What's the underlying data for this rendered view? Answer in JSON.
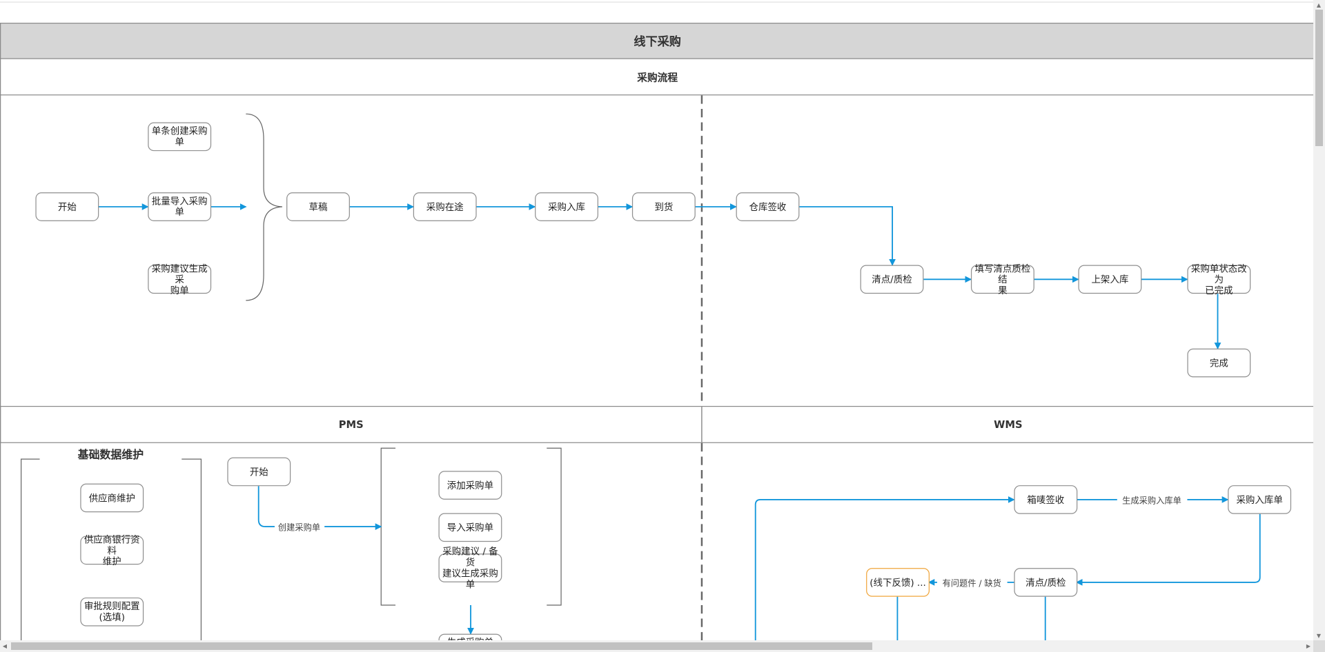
{
  "title": "线下采购",
  "process_header": "采购流程",
  "lanes": {
    "pms": "PMS",
    "wms": "WMS"
  },
  "process": {
    "start": "开始",
    "single_create": "单条创建采购单",
    "batch_import": "批量导入采购单",
    "suggestion_create": "采购建议生成采\n购单",
    "draft": "草稿",
    "in_transit": "采购在途",
    "inbound": "采购入库",
    "arrival": "到货",
    "warehouse_sign": "仓库签收",
    "check_qc": "清点/质检",
    "fill_result": "填写清点质检结\n果",
    "shelf": "上架入库",
    "status_done": "采购单状态改为\n已完成",
    "finish": "完成"
  },
  "pms": {
    "group_title": "基础数据维护",
    "supplier": "供应商维护",
    "supplier_bank": "供应商银行资料\n维护",
    "approval_rule": "审批规则配置\n(选填)",
    "start": "开始",
    "create_label": "创建采购单",
    "add_po": "添加采购单",
    "import_po": "导入采购单",
    "suggest_po": "采购建议 / 备货\n建议生成采购单",
    "generate_po": "生成采购单"
  },
  "wms": {
    "box_sign": "箱唛签收",
    "gen_inbound_label": "生成采购入库单",
    "purchase_inbound": "采购入库单",
    "check_qc": "清点/质检",
    "issue_label": "有问题件 / 缺货",
    "offline_feedback": "(线下反馈) ..."
  },
  "colors": {
    "arrow": "#1296db",
    "border": "#8f8f8f",
    "feedback": "#f0a53a",
    "header_bg": "#d6d6d6"
  }
}
